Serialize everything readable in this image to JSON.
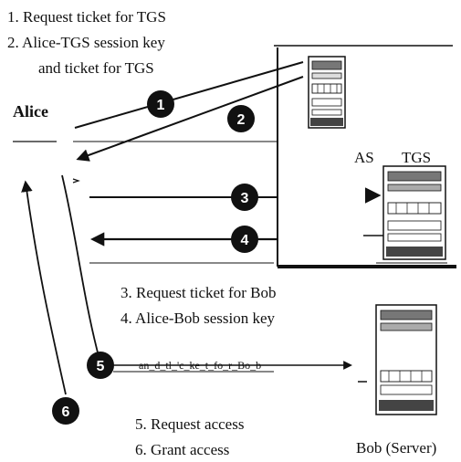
{
  "legend_top": {
    "line1": "1. Request ticket for TGS",
    "line2": "2. Alice-TGS session key",
    "line3": "and ticket for TGS"
  },
  "legend_middle": {
    "line1": "3. Request ticket for Bob",
    "line2": "4. Alice-Bob session key"
  },
  "legend_bottom": {
    "line1": "5. Request access",
    "line2": "6. Grant access"
  },
  "arrow5_caption": "an_d_tl_'c_ke_t_fo_r_Bo_b",
  "nodes": {
    "alice": "Alice",
    "as": "AS",
    "tgs": "TGS",
    "bob": "Bob (Server)"
  },
  "steps": [
    "1",
    "2",
    "3",
    "4",
    "5",
    "6"
  ],
  "icons": {
    "as": "server-icon",
    "tgs": "server-icon",
    "bob": "server-icon"
  },
  "colors": {
    "ink": "#111111",
    "badge": "#111111",
    "badge_text": "#ffffff"
  }
}
